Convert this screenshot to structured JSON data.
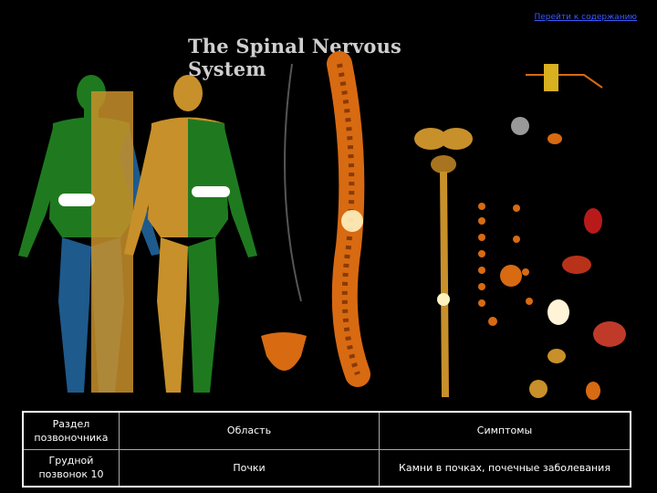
{
  "nav": {
    "link_label": "Перейти к содержанию"
  },
  "poster": {
    "title": "The Spinal Nervous System",
    "colors": {
      "dermatome_green": "#1f7a1f",
      "dermatome_blue": "#1e5a8c",
      "spine_orange": "#d86a12",
      "nerve_tan": "#c8902a",
      "highlight_white": "#ffffff"
    }
  },
  "table": {
    "headers": [
      "Раздел позвоночника",
      "Область",
      "Симптомы"
    ],
    "rows": [
      [
        "Грудной позвонок 10",
        "Почки",
        "Камни в почках, почечные заболевания"
      ]
    ]
  }
}
